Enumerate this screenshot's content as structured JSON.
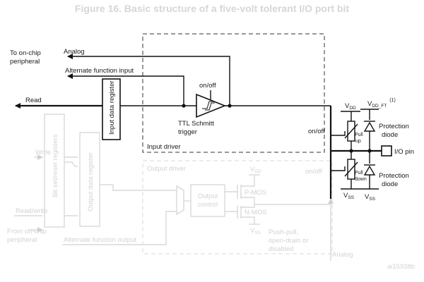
{
  "title": "Figure 16. Basic structure of a five-volt tolerant I/O port bit",
  "labels": {
    "to_onchip": [
      "To on-chip",
      "peripheral"
    ],
    "analog_top": "Analog",
    "alt_func_input": "Alternate function input",
    "read": "Read",
    "input_data_register": "Input data register",
    "onoff_schmitt": "on/off",
    "ttl_schmitt": [
      "TTL Schmitt",
      "trigger"
    ],
    "input_driver": "Input driver",
    "vdd": "V",
    "vdd_sub": "DD",
    "vdd_ft": "V",
    "vdd_ft_sub": "DD_FT",
    "vdd_ft_note": "(1)",
    "onoff_pull": "on/off",
    "pull_up": [
      "Pull",
      "up"
    ],
    "pull_down": [
      "Pull",
      "down"
    ],
    "protection_diode_top": [
      "Protection",
      "diode"
    ],
    "protection_diode_bottom": [
      "Protection",
      "diode"
    ],
    "io_pin": "I/O pin",
    "vss_left": "V",
    "vss_left_sub": "SS",
    "vss_right": "V",
    "vss_right_sub": "SS"
  },
  "faded": {
    "bit_set_reset": "Bit set/reset registers",
    "write": "Write",
    "output_data_register": "Output data register",
    "output_driver": "Output driver",
    "vdd": "V",
    "vdd_sub": "DD",
    "onoff": "on/off",
    "output_control": [
      "Output",
      "control"
    ],
    "pmos": "P-MOS",
    "nmos": "N-MOS",
    "vss": "V",
    "vss_sub": "SS",
    "read_write": "Read/write",
    "from_onchip": [
      "From on-chip",
      "peripheral"
    ],
    "alt_func_output": "Alternate function output",
    "push_pull": [
      "Push-pull,",
      "open-drain or",
      "disabled"
    ],
    "analog_bottom": "Analog",
    "ref_code": "ai15938b"
  }
}
